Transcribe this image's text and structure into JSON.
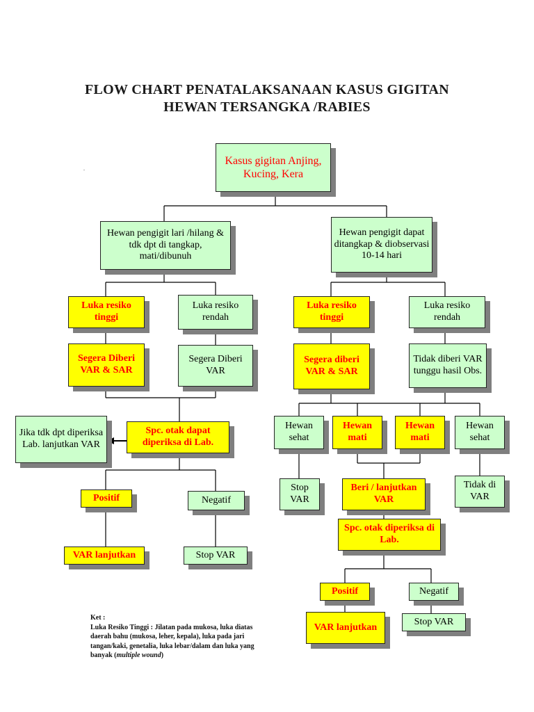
{
  "title": {
    "line1": "FLOW CHART PENATALAKSANAAN KASUS GIGITAN",
    "line2": "HEWAN TERSANGKA /RABIES"
  },
  "nodes": {
    "root": "Kasus gigitan Anjing, Kucing, Kera",
    "lost": "Hewan pengigit lari /hilang & tdk dpt di tangkap, mati/dibunuh",
    "caught": "Hewan pengigit dapat ditangkap & diobservasi 10-14 hari",
    "l_high": "Luka resiko tinggi",
    "l_low": "Luka resiko rendah",
    "r_high": "Luka resiko tinggi",
    "r_low": "Luka resiko rendah",
    "l_var_sar": "Segera Diberi VAR & SAR",
    "l_var": "Segera Diberi VAR",
    "r_var_sar": "Segera diberi VAR & SAR",
    "r_no_var": "Tidak diberi VAR tunggu hasil Obs.",
    "l_brain": "Spc. otak dapat diperiksa di Lab.",
    "l_cannot": "Jika tdk dpt diperiksa Lab. lanjutkan VAR",
    "l_pos": "Positif",
    "l_neg": "Negatif",
    "l_var_cont": "VAR lanjutkan",
    "l_stop": "Stop VAR",
    "r_healthy1": "Hewan sehat",
    "r_dead1": "Hewan mati",
    "r_dead2": "Hewan mati",
    "r_healthy2": "Hewan sehat",
    "r_stop1": "Stop VAR",
    "r_give": "Beri / lanjutkan VAR",
    "r_no_var2": "Tidak di VAR",
    "r_brain": "Spc. otak diperiksa di Lab.",
    "r_pos": "Positif",
    "r_neg": "Negatif",
    "r_var_cont": "VAR lanjutkan",
    "r_stop2": "Stop VAR"
  },
  "note": {
    "heading": "Ket :",
    "label": "Luka Resiko Tinggi :",
    "text": "Jilatan pada mukosa, luka diatas daerah bahu (mukosa, leher, kepala), luka pada jari tangan/kaki, genetalia, luka lebar/dalam dan luka yang banyak (",
    "emphasis": "multiple wound",
    "close": ")"
  },
  "colors": {
    "green_box": "#ccffcc",
    "yellow_box": "#ffff00",
    "red_text": "#ff0000",
    "shadow": "#7f7f7f"
  }
}
